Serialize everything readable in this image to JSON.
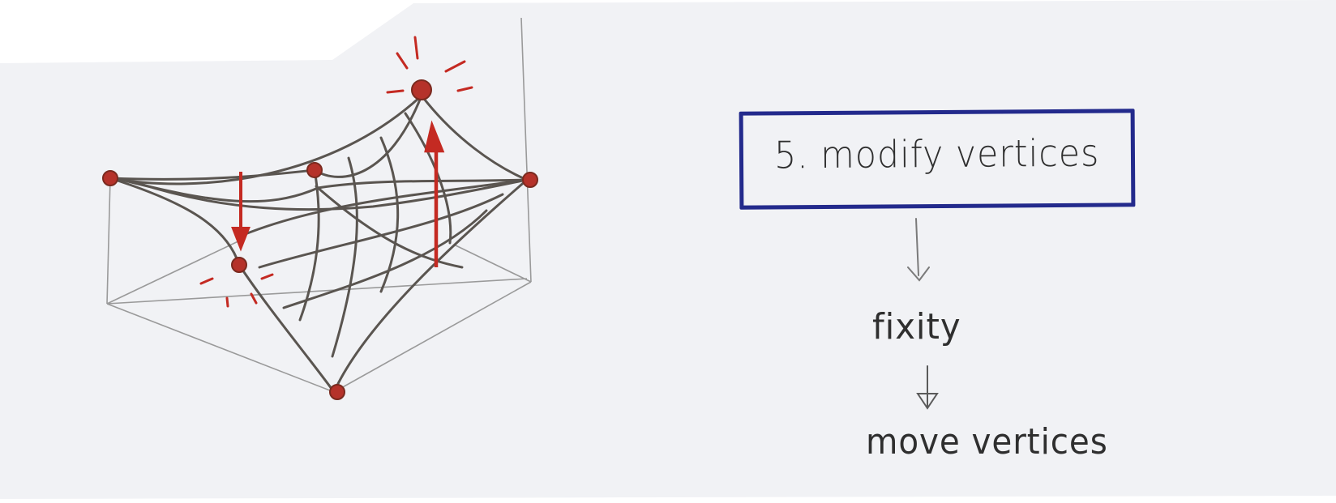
{
  "flow": {
    "current_step": "5. modify vertices",
    "next_step": "fixity",
    "final_step": "move vertices"
  },
  "colors": {
    "paper": "#f1f2f5",
    "pencil": "#4a4a4a",
    "ink_blue": "#232a8c",
    "marker_red": "#c42a22"
  },
  "sketch": {
    "subject": "hyperbolic-paraboloid-surface",
    "active_vertices": [
      {
        "name": "raised-vertex",
        "direction": "up"
      },
      {
        "name": "lowered-vertex",
        "direction": "down"
      }
    ]
  }
}
